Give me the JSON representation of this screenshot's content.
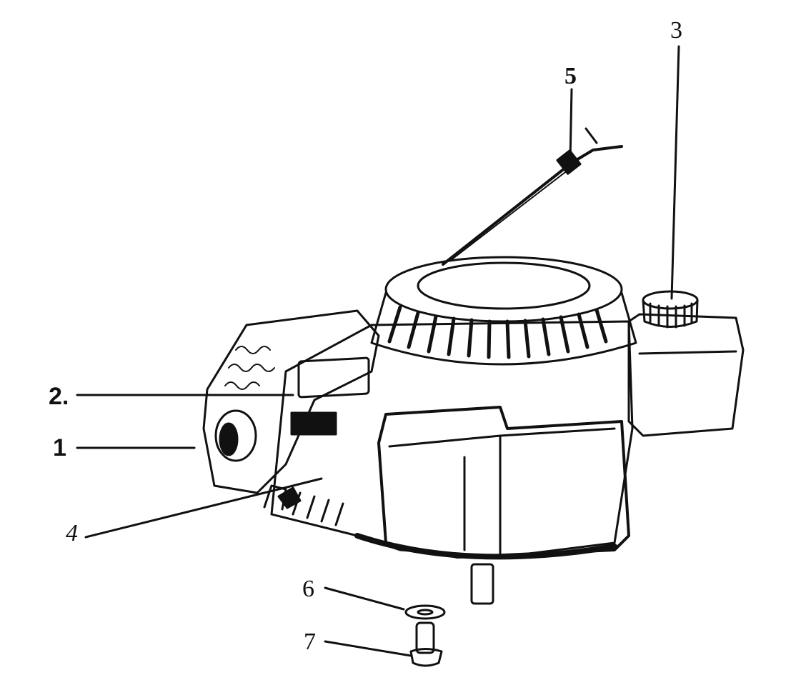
{
  "diagram": {
    "type": "exploded parts diagram",
    "subject": "small vertical-shaft engine",
    "callouts": [
      {
        "id": "1",
        "label": "1",
        "part": "engine block / carburetor side"
      },
      {
        "id": "2",
        "label": "2.",
        "part": "decal / label area"
      },
      {
        "id": "3",
        "label": "3",
        "part": "fuel tank cap"
      },
      {
        "id": "4",
        "label": "4",
        "part": "label plate"
      },
      {
        "id": "5",
        "label": "5",
        "part": "throttle cable"
      },
      {
        "id": "6",
        "label": "6",
        "part": "washer"
      },
      {
        "id": "7",
        "label": "7",
        "part": "bolt"
      }
    ]
  }
}
